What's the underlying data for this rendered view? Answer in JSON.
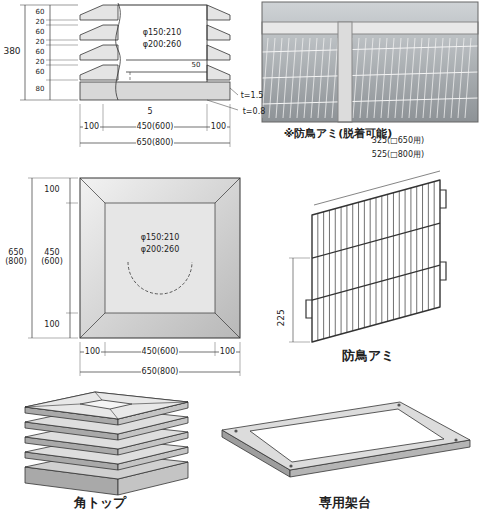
{
  "diagram": {
    "labels": [
      "380",
      "60",
      "20",
      "60",
      "20",
      "60",
      "20",
      "60",
      "80",
      "φ150:210",
      "φ200:260",
      "50",
      "t=1.5",
      "t=0.8",
      "5",
      "100",
      "450(600)",
      "100",
      "650(800)",
      "※防鳥アミ(脱着可能)",
      "325(□650用)",
      "525(□800用)",
      "100",
      "650 (800)",
      "450 (600)",
      "100",
      "φ150:210",
      "φ200:260",
      "225",
      "100",
      "450(600)",
      "100",
      "650(800)",
      "防鳥アミ",
      "角トップ",
      "専用架台"
    ]
  }
}
